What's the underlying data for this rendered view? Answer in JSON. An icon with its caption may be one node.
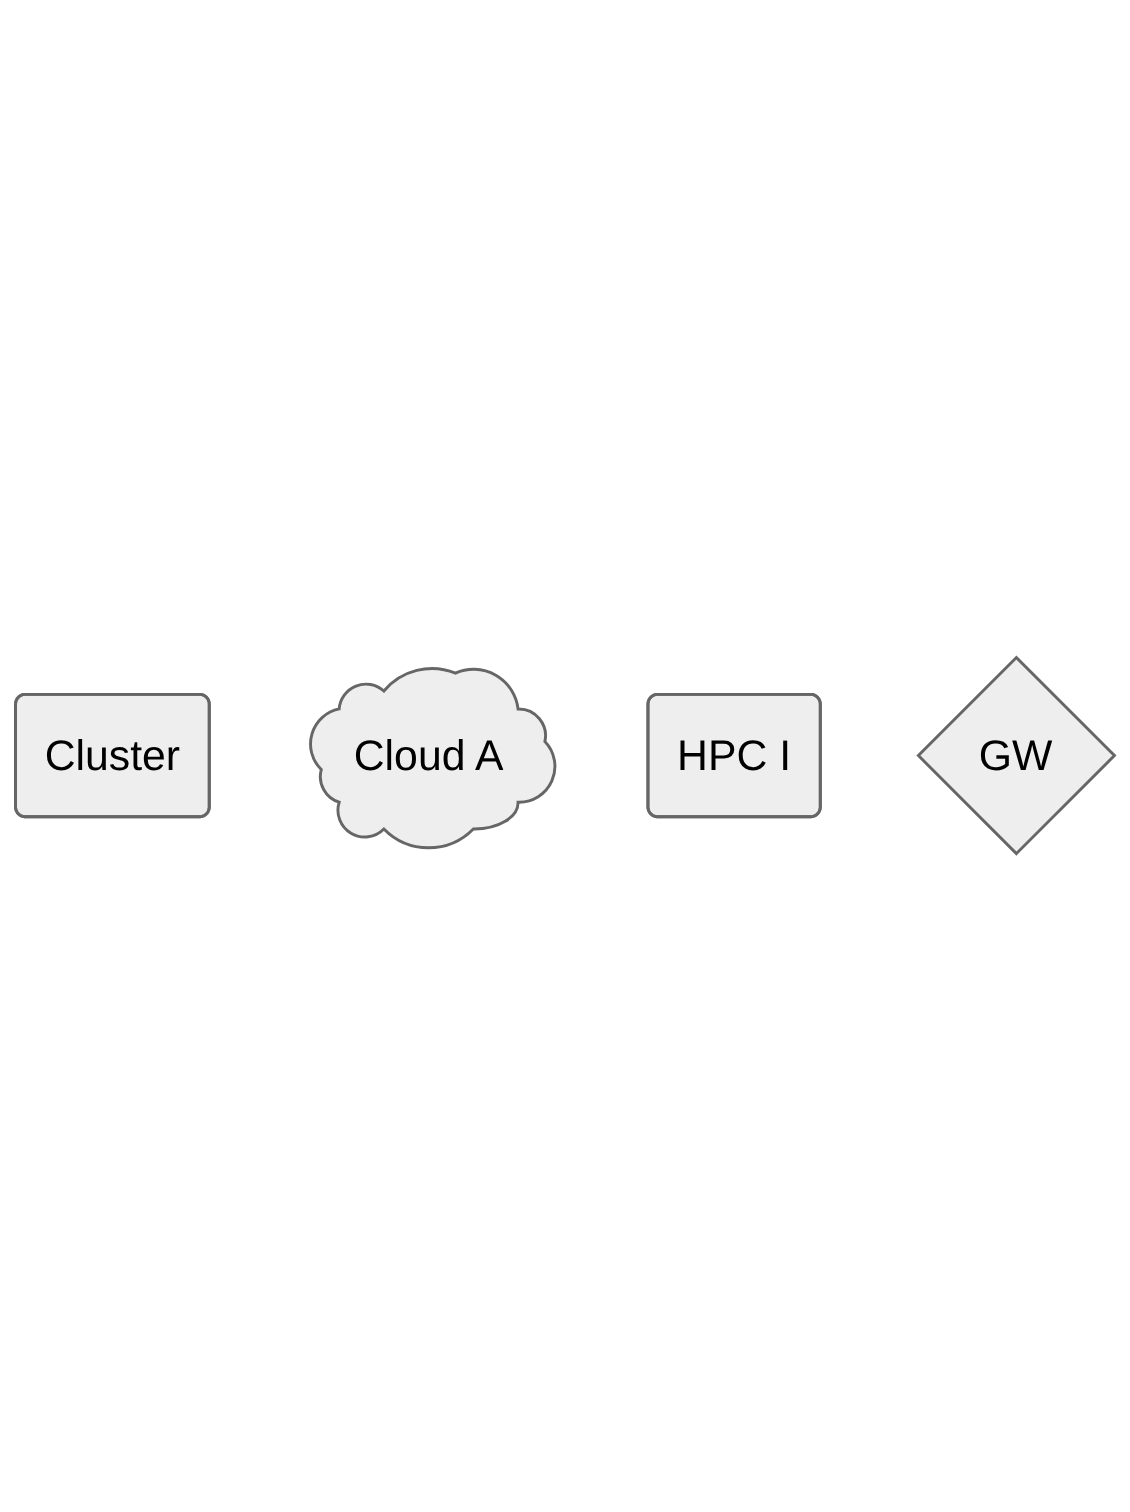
{
  "diagram": {
    "nodes": [
      {
        "text": [
          "Cluster"
        ]
      },
      {
        "text": [
          "Cloud A"
        ]
      },
      {
        "text": [
          "HPC I"
        ]
      },
      {
        "text": [
          "GW"
        ]
      }
    ]
  }
}
